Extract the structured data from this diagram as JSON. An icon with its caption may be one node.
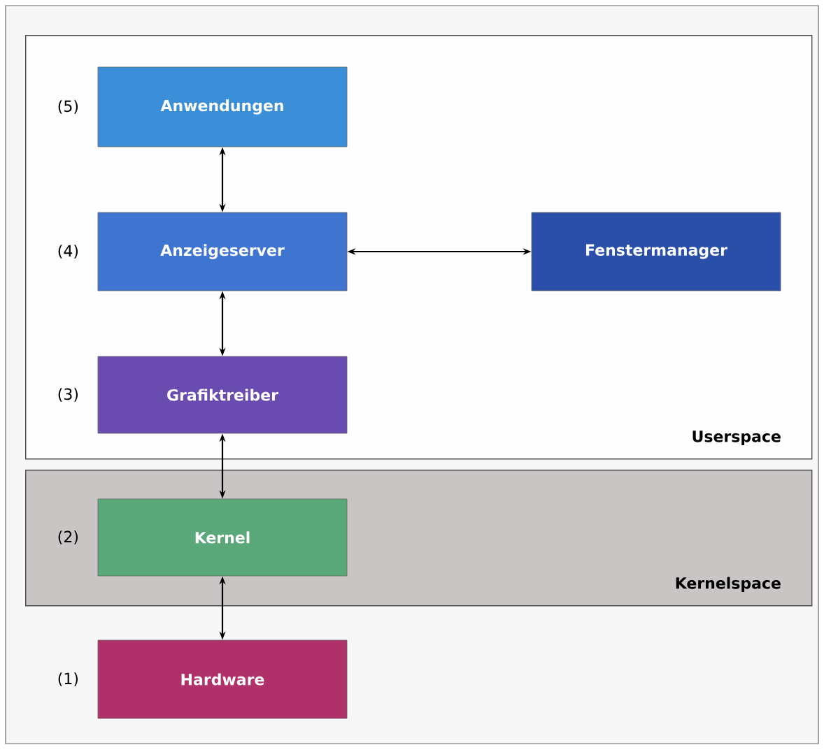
{
  "diagram": {
    "nodes": [
      {
        "text": [
          "Userspace"
        ]
      },
      {
        "text": [
          "Anwendungen"
        ],
        "in": 0,
        "beside": [
          "(5)"
        ]
      },
      {
        "text": [
          "Anzeigeserver"
        ],
        "in": 0,
        "beside": [
          "(4)"
        ]
      },
      {
        "text": [
          "Fenstermanager"
        ],
        "in": 0
      },
      {
        "text": [
          "Grafiktreiber"
        ],
        "in": 0,
        "beside": [
          "(3)"
        ]
      },
      {
        "text": [
          "Kernelspace"
        ]
      },
      {
        "text": [
          "Kernel"
        ],
        "in": 5,
        "beside": [
          "(2)"
        ]
      },
      {
        "text": [
          "Hardware"
        ],
        "beside": [
          "(1)"
        ]
      }
    ],
    "edges": [
      {
        "from": 1,
        "to": 2,
        "arrow": "both"
      },
      {
        "from": 2,
        "to": 3,
        "arrow": "both"
      },
      {
        "from": 2,
        "to": 4,
        "arrow": "both"
      },
      {
        "from": 4,
        "to": 6,
        "arrow": "both"
      },
      {
        "from": 6,
        "to": 7,
        "arrow": "both"
      }
    ]
  }
}
